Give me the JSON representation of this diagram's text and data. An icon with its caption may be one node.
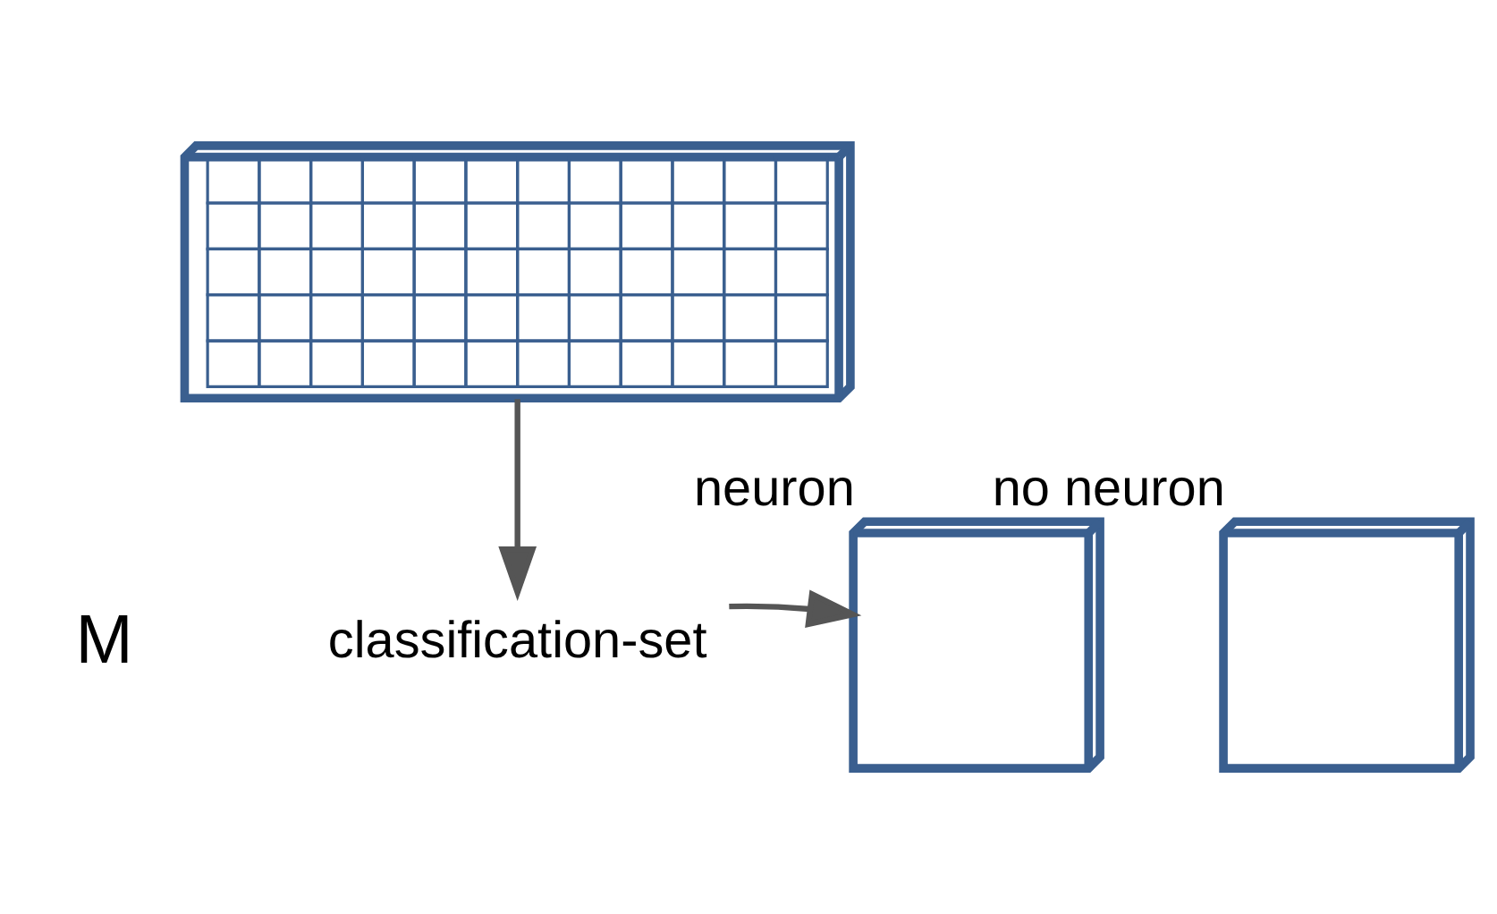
{
  "diagram": {
    "nodes": [
      {
        "text": [],
        "shape": "picture"
      },
      {
        "text": [
          "classification-set"
        ]
      },
      {
        "text": [],
        "shape": "box",
        "beside": [
          "neuron"
        ]
      },
      {
        "text": [],
        "shape": "box",
        "beside": [
          "no neuron"
        ]
      }
    ],
    "edges": [
      {
        "from": 0,
        "to": 1,
        "arrow": "to"
      },
      {
        "from": 1,
        "to": 2,
        "arrow": "to"
      }
    ],
    "labels": [
      "M"
    ]
  }
}
